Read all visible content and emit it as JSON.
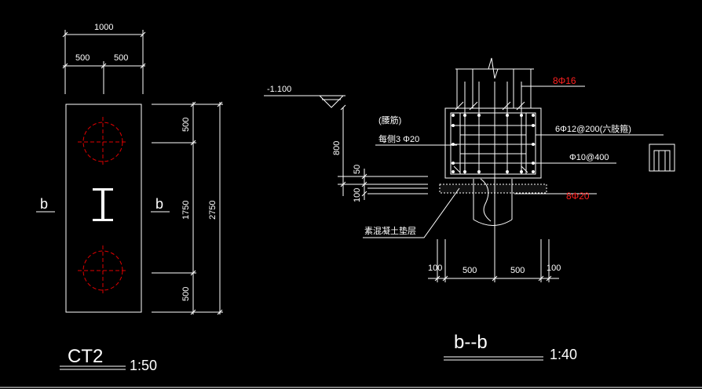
{
  "plan": {
    "dim_width_total": "1000",
    "dim_width_left": "500",
    "dim_width_right": "500",
    "dim_len_top": "500",
    "dim_len_mid": "1750",
    "dim_len_bot": "500",
    "dim_len_total": "2750",
    "section_mark_left": "b",
    "section_mark_right": "b",
    "title": "CT2",
    "scale": "1:50"
  },
  "section": {
    "elevation": "-1.100",
    "dim_depth": "800",
    "dim_cover_50": "50",
    "dim_pad_100": "100",
    "note_waist_bar_1": "(腰筋)",
    "note_waist_bar_2": "每侧3 Φ20",
    "rebar_top": "8Φ16",
    "rebar_stirrup": "6Φ12@200(六肢箍)",
    "rebar_tie": "Φ10@400",
    "rebar_bottom": "8Φ20",
    "note_bedding": "素混凝土垫层",
    "dim_bottom_left_pad": "100",
    "dim_bottom_left": "500",
    "dim_bottom_right": "500",
    "dim_bottom_right_pad": "100",
    "title": "b--b",
    "scale": "1:40"
  },
  "colors": {
    "background": "#000000",
    "line": "#ffffff",
    "red": "#e00000"
  }
}
